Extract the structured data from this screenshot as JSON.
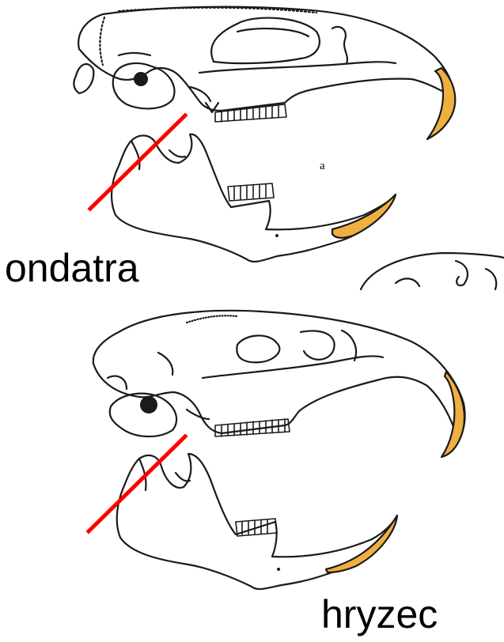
{
  "labels": {
    "top": "ondatra",
    "bottom": "hryzec",
    "figure_marker": "a"
  },
  "colors": {
    "outline": "#1a1a1a",
    "incisor_fill": "#f0b040",
    "marker_line": "#ff0000",
    "background": "#ffffff"
  }
}
